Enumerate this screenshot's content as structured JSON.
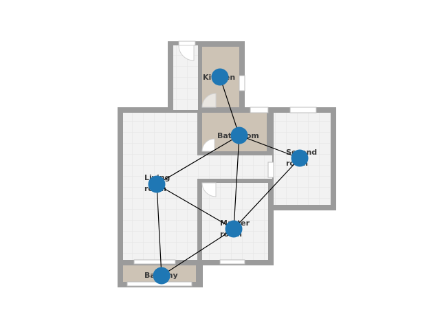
{
  "colors": {
    "wall": "#9b9b9b",
    "tile_floor": "#f2f2f2",
    "tile_line": "#e3e3e3",
    "wet_floor": "#cdc3b5",
    "edge": "#000000",
    "node": "#1f77b4"
  },
  "rooms": [
    {
      "id": "kitchen",
      "label": [
        "Kitchen"
      ],
      "floor": "wet"
    },
    {
      "id": "bathroom",
      "label": [
        "Bathroom"
      ],
      "floor": "wet"
    },
    {
      "id": "second_room",
      "label": [
        "Second",
        "room"
      ],
      "floor": "tile"
    },
    {
      "id": "living_room",
      "label": [
        "Living",
        "room"
      ],
      "floor": "tile"
    },
    {
      "id": "master_room",
      "label": [
        "Master",
        "room"
      ],
      "floor": "tile"
    },
    {
      "id": "balcony",
      "label": [
        "Balcony"
      ],
      "floor": "wet"
    }
  ],
  "edges": [
    [
      "kitchen",
      "bathroom"
    ],
    [
      "bathroom",
      "living_room"
    ],
    [
      "bathroom",
      "second_room"
    ],
    [
      "bathroom",
      "master_room"
    ],
    [
      "second_room",
      "master_room"
    ],
    [
      "living_room",
      "master_room"
    ],
    [
      "living_room",
      "balcony"
    ],
    [
      "master_room",
      "balcony"
    ]
  ]
}
